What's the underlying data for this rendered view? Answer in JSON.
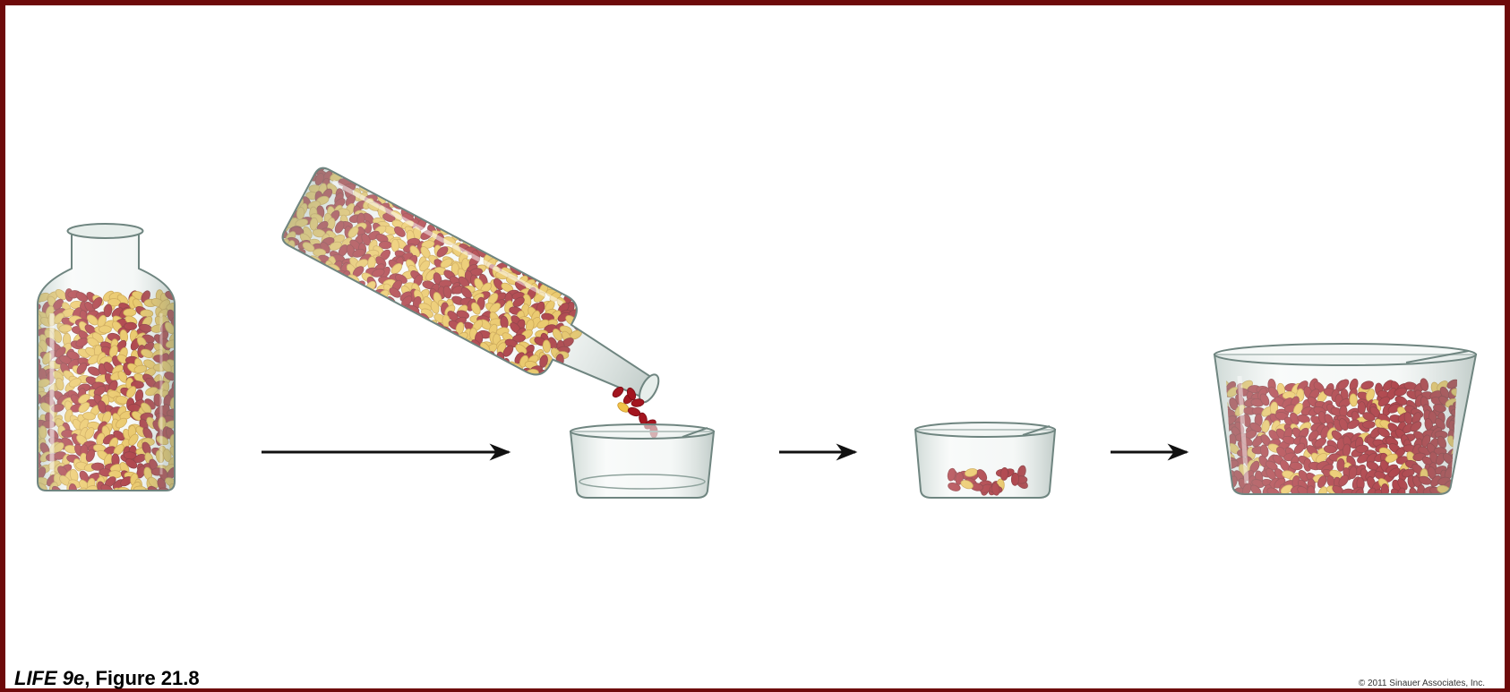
{
  "caption": {
    "book": "LIFE 9e",
    "figure": ", Figure 21.8"
  },
  "copyright": "© 2011 Sinauer Associates, Inc.",
  "colors": {
    "frame": "#6e0a0a",
    "red_bean": "#a3151f",
    "yellow_bean": "#f1c24a",
    "glass": "#c9d7d2",
    "glass_edge": "#6f8580",
    "arrow": "#111111"
  },
  "icons": [
    "bean-bottle-icon",
    "pouring-bottle-icon",
    "empty-beaker-icon",
    "small-sample-beaker-icon",
    "large-beaker-icon",
    "arrow-icon"
  ]
}
